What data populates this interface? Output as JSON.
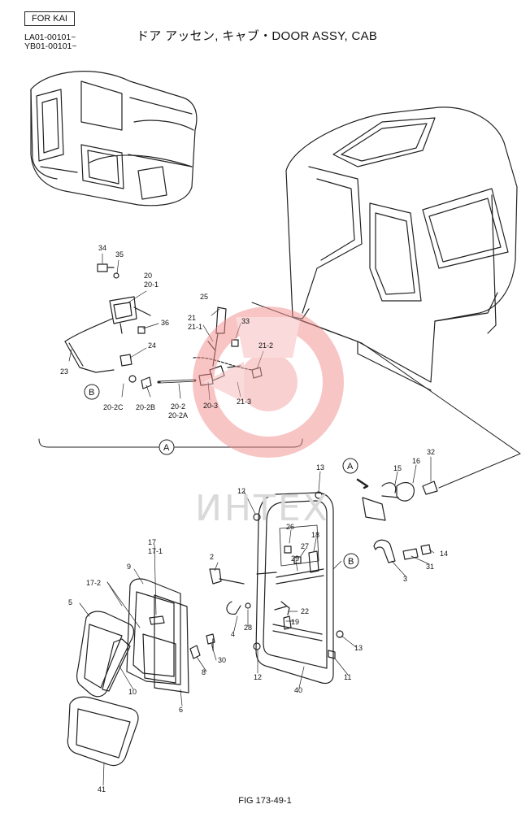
{
  "header": {
    "model_tag": "FOR KAI",
    "serial_1": "LA01-00101~",
    "serial_2": "YB01-00101~",
    "title": "ドア アッセン, キャブ・DOOR ASSY, CAB"
  },
  "watermark": "ИНТЕХ",
  "callouts": {
    "c34": "34",
    "c35": "35",
    "c20": "20",
    "c20_1": "20-1",
    "c36": "36",
    "c24": "24",
    "c23": "23",
    "c20_2c": "20-2C",
    "c20_2b": "20-2B",
    "c20_2": "20-2",
    "c20_2a": "20-2A",
    "c25": "25",
    "c21": "21",
    "c21_1": "21-1",
    "c33": "33",
    "c21_2": "21-2",
    "c20_3": "20-3",
    "c21_3": "21-3",
    "c13a": "13",
    "c12a": "12",
    "c15": "15",
    "c16": "16",
    "c32": "32",
    "c26": "26",
    "c27": "27",
    "c18": "18",
    "c29": "29",
    "c14": "14",
    "c31": "31",
    "c3": "3",
    "c2": "2",
    "c17": "17",
    "c17_1": "17-1",
    "c9": "9",
    "c17_2": "17-2",
    "c5": "5",
    "c22": "22",
    "c19": "19",
    "c28": "28",
    "c4": "4",
    "c30": "30",
    "c8": "8",
    "c13b": "13",
    "c11": "11",
    "c12b": "12",
    "c40": "40",
    "c10": "10",
    "c6": "6",
    "c41": "41"
  },
  "ref_circles": {
    "a1": "A",
    "a2": "A",
    "b1": "B",
    "b2": "B"
  },
  "footer": {
    "fig_number": "FIG 173-49-1"
  }
}
